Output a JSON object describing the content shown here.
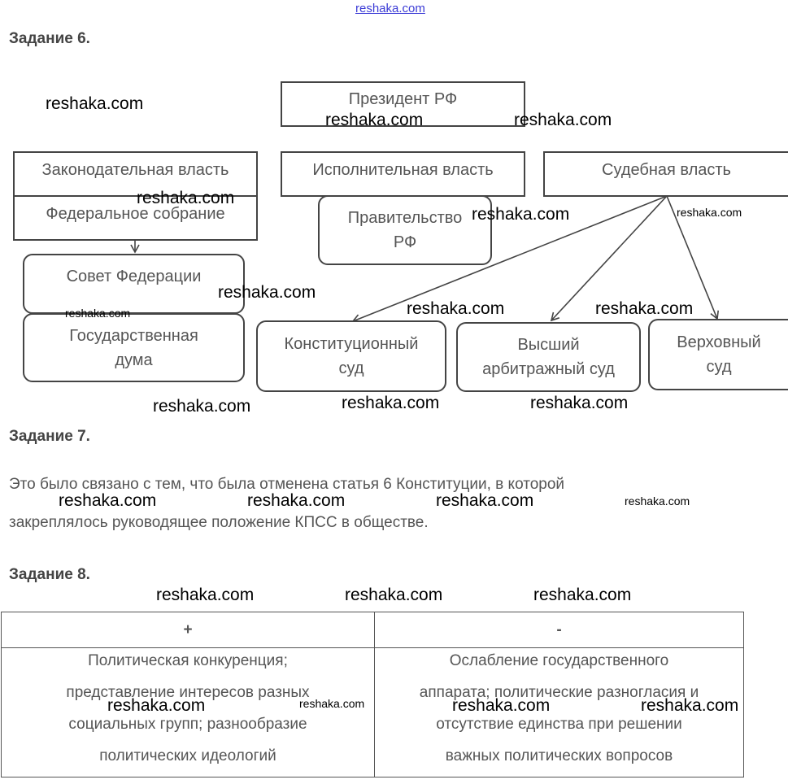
{
  "watermark_top": "reshaka.com",
  "watermark": "reshaka.com",
  "task6": {
    "title": "Задание 6.",
    "president": "Президент РФ",
    "legislative": "Законодательная власть",
    "federal_assembly": "Федеральное собрание",
    "federation_council": "Совет Федерации",
    "state_duma_l1": "Государственная",
    "state_duma_l2": "дума",
    "executive": "Исполнительная власть",
    "government_l1": "Правительство",
    "government_l2": "РФ",
    "judicial": "Судебная власть",
    "constitutional_court_l1": "Конституционный",
    "constitutional_court_l2": "суд",
    "arbitration_court_l1": "Высший",
    "arbitration_court_l2": "арбитражный суд",
    "supreme_court_l1": "Верховный",
    "supreme_court_l2": "суд"
  },
  "task7": {
    "title": "Задание 7.",
    "line1": "Это было связано с тем, что была отменена статья 6 Конституции, в которой",
    "line2": "закреплялось руководящее положение КПСС в обществе."
  },
  "task8": {
    "title": "Задание 8.",
    "plus_header": "+",
    "minus_header": "-",
    "plus_lines": [
      "Политическая конкуренция;",
      "представление интересов разных",
      "социальных групп; разнообразие",
      "политических идеологий"
    ],
    "minus_lines": [
      "Ослабление государственного",
      "аппарата; политические разногласия и",
      "отсутствие единства при решении",
      "важных политических вопросов"
    ]
  }
}
